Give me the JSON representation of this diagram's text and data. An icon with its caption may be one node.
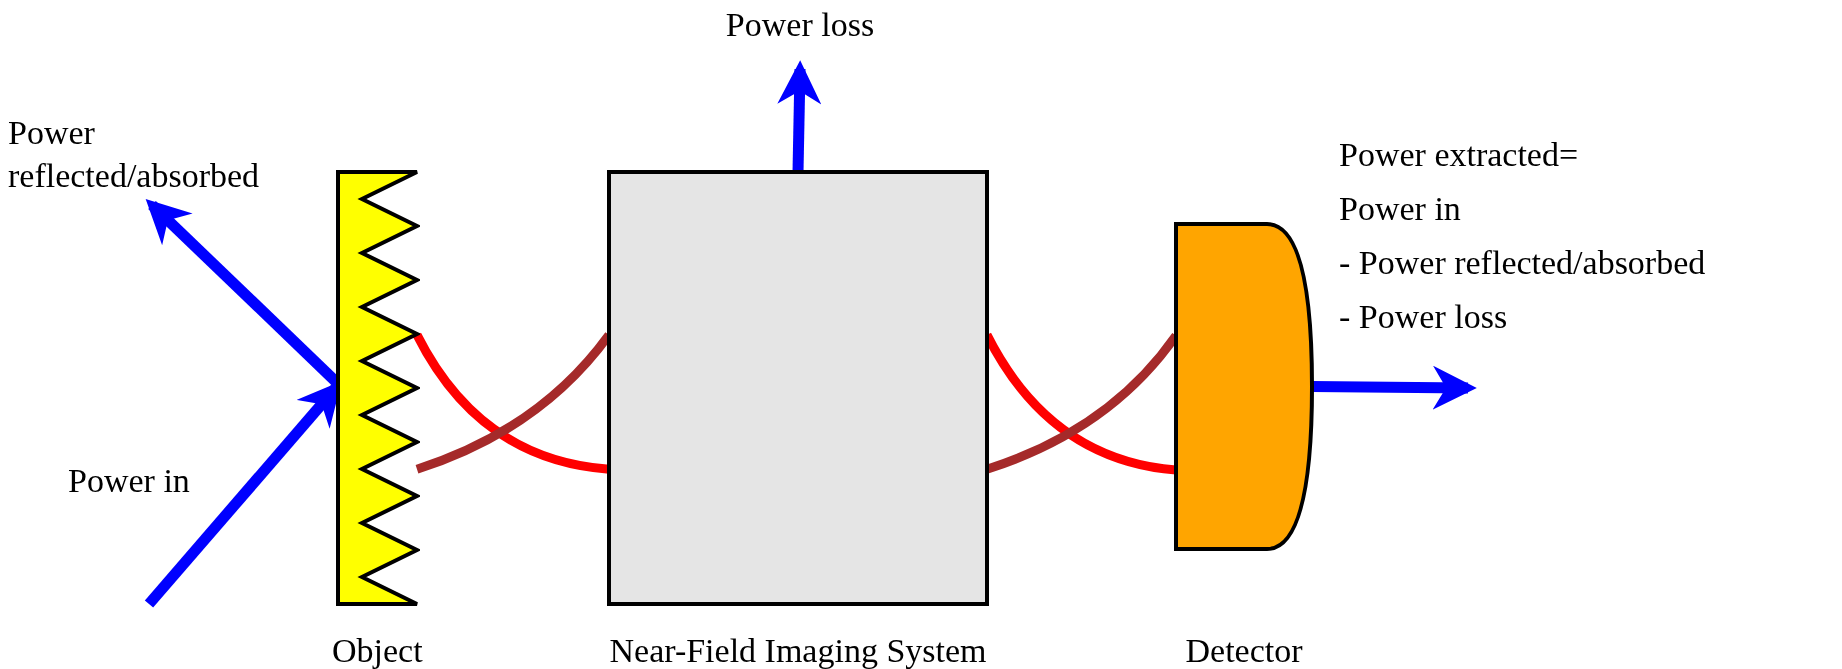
{
  "diagram": {
    "nodes": [
      {
        "text": [
          "Object"
        ]
      },
      {
        "text": [
          "Near-Field Imaging System"
        ]
      },
      {
        "text": [
          "Detector"
        ]
      },
      {
        "text": [
          "Power loss"
        ]
      },
      {
        "text": [
          "Power reflected/absorbed"
        ]
      }
    ],
    "edges": [
      {
        "from": null,
        "to": 0,
        "arrow": "to",
        "color": "#0000ff"
      },
      {
        "from": 0,
        "to": 4,
        "arrow": "to",
        "color": "#0000ff"
      },
      {
        "from": 1,
        "to": 3,
        "arrow": "to",
        "color": "#0000ff"
      },
      {
        "from": 2,
        "to": null,
        "arrow": "to",
        "color": "#0000ff"
      },
      {
        "from": 0,
        "to": 1,
        "arrow": "none",
        "color": "#ff0000"
      },
      {
        "from": 0,
        "to": 1,
        "arrow": "none",
        "color": "#a52a2a"
      },
      {
        "from": 1,
        "to": 2,
        "arrow": "none",
        "color": "#ff0000"
      },
      {
        "from": 1,
        "to": 2,
        "arrow": "none",
        "color": "#a52a2a"
      }
    ],
    "labels": [
      "Power in",
      "Power extracted=",
      "Power in",
      "- Power reflected/absorbed",
      "- Power loss"
    ]
  }
}
